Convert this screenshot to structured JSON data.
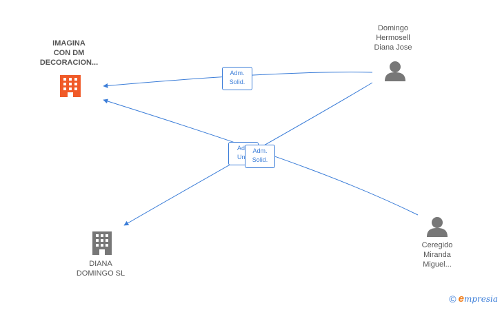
{
  "nodes": {
    "company_main": {
      "lines": [
        "IMAGINA",
        "CON DM",
        "DECORACION..."
      ],
      "icon": "building-icon",
      "color": "#f05a28"
    },
    "company_other": {
      "lines": [
        "DIANA",
        "DOMINGO SL"
      ],
      "icon": "building-icon",
      "color": "#777777"
    },
    "person_top": {
      "lines": [
        "Domingo",
        "Hermosell",
        "Diana Jose"
      ],
      "icon": "person-icon",
      "color": "#777777"
    },
    "person_bottom": {
      "lines": [
        "Ceregido",
        "Miranda",
        "Miguel..."
      ],
      "icon": "person-icon",
      "color": "#777777"
    }
  },
  "edges": {
    "top_label": [
      "Adm.",
      "Solid."
    ],
    "mid_back_label": [
      "Adm.",
      "Unico"
    ],
    "mid_front_label": [
      "Adm.",
      "Solid."
    ]
  },
  "footer": {
    "copyright": "©",
    "brand_initial": "e",
    "brand_rest": "mpresia"
  },
  "colors": {
    "edge": "#3b7dd8",
    "text": "#555555"
  }
}
